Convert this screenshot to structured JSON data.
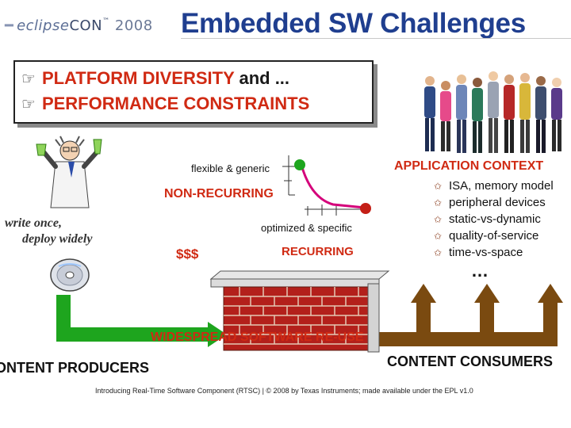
{
  "header": {
    "logo": {
      "eclipse": "eclipse",
      "con": "CON",
      "tm": "™",
      "year": "2008"
    },
    "title": "Embedded SW Challenges"
  },
  "callout": {
    "line1_strong": "PLATFORM DIVERSITY",
    "line1_rest": " and ...",
    "line2": "PERFORMANCE CONSTRAINTS",
    "bullet_glyph": "☞"
  },
  "tradeoff": {
    "flexible_label": "flexible & generic",
    "optimized_label": "optimized & specific",
    "non_recurring": "NON-RECURRING",
    "recurring": "RECURRING",
    "cost": "$$$",
    "colors": {
      "high_point": "#1ea51e",
      "low_point": "#c41f16",
      "curve": "#d4007a"
    }
  },
  "application_context": {
    "title": "APPLICATION CONTEXT",
    "items": [
      "ISA, memory model",
      "peripheral devices",
      "static-vs-dynamic",
      "quality-of-service",
      "time-vs-space"
    ],
    "ellipsis": "…"
  },
  "motto": {
    "line1": "write once,",
    "line2": "deploy widely"
  },
  "wall": {
    "label": "WIDESPREAD SOFTWARE RE-USE",
    "brick_color": "#b3201b"
  },
  "producers": {
    "label": "ONTENT PRODUCERS",
    "arrow_color": "#1ea51e"
  },
  "consumers": {
    "label": "CONTENT CONSUMERS",
    "arrow_color": "#7a4a10"
  },
  "footer": "Introducing Real-Time Software Component (RTSC) | © 2008 by Texas Instruments; made available under the EPL v1.0"
}
